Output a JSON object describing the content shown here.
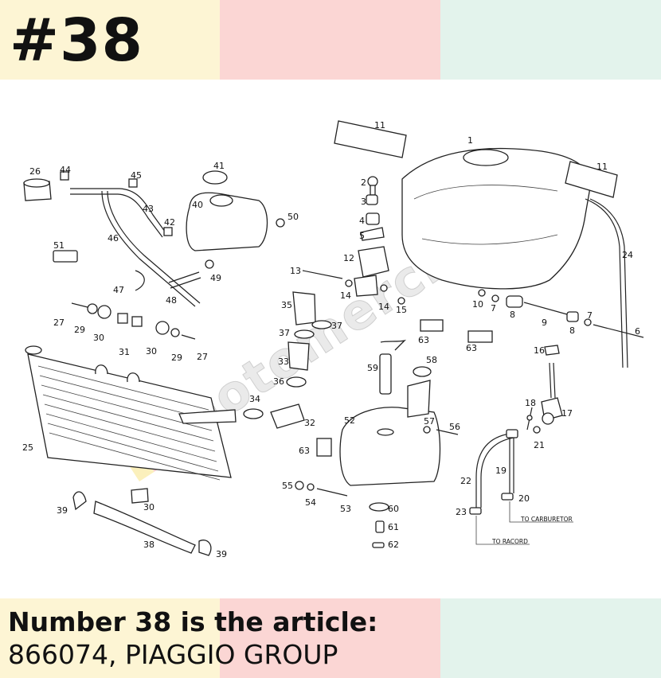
{
  "header": {
    "title": "#38",
    "band_colors": [
      "#fdf5d4",
      "#fbd6d4",
      "#e3f3ec"
    ]
  },
  "diagram": {
    "watermark": "motomercia",
    "labels": {
      "l1": "1",
      "l2": "2",
      "l3": "3",
      "l4": "4",
      "l5": "5",
      "l6": "6",
      "l7": "7",
      "l8a": "8",
      "l8b": "8",
      "l9": "9",
      "l10": "10",
      "l11a": "11",
      "l11b": "11",
      "l12": "12",
      "l13": "13",
      "l14a": "14",
      "l14b": "14",
      "l15": "15",
      "l16": "16",
      "l17": "17",
      "l18": "18",
      "l19": "19",
      "l20": "20",
      "l21": "21",
      "l22": "22",
      "l23": "23",
      "l24": "24",
      "l25": "25",
      "l26": "26",
      "l27a": "27",
      "l27b": "27",
      "l29a": "29",
      "l29b": "29",
      "l30a": "30",
      "l30b": "30",
      "l30c": "30",
      "l31": "31",
      "l32": "32",
      "l33": "33",
      "l34": "34",
      "l35": "35",
      "l36": "36",
      "l37a": "37",
      "l37b": "37",
      "l38": "38",
      "l39a": "39",
      "l39b": "39",
      "l40": "40",
      "l41": "41",
      "l42": "42",
      "l43": "43",
      "l44": "44",
      "l45": "45",
      "l46": "46",
      "l47": "47",
      "l48": "48",
      "l49": "49",
      "l50": "50",
      "l51": "51",
      "l52": "52",
      "l53": "53",
      "l54": "54",
      "l55": "55",
      "l56": "56",
      "l57": "57",
      "l58": "58",
      "l59": "59",
      "l60": "60",
      "l61": "61",
      "l62": "62",
      "l63a": "63",
      "l63b": "63",
      "l63c": "63",
      "l7b": "7"
    },
    "notes": {
      "to_carburetor": "TO CARBURETOR",
      "to_racord": "TO RACORD"
    }
  },
  "footer": {
    "headline": "Number 38 is the article:",
    "article": "866074, PIAGGIO GROUP"
  }
}
